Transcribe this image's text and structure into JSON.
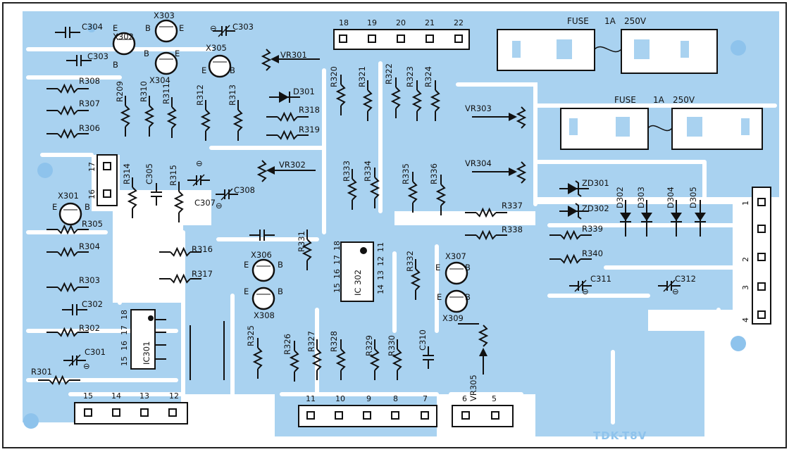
{
  "colors": {
    "copper": "#a9d2f0",
    "trace": "#8ec3ec",
    "ink": "#111111",
    "paper": "#ffffff"
  },
  "board_id": "TDK-T8V",
  "fuses": [
    {
      "label": "FUSE",
      "rating": "1A",
      "voltage": "250V"
    },
    {
      "label": "FUSE",
      "rating": "1A",
      "voltage": "250V"
    }
  ],
  "connector_top": {
    "pins": [
      "18",
      "19",
      "20",
      "21",
      "22"
    ]
  },
  "connector_bottom_left": {
    "pins": [
      "15",
      "14",
      "13",
      "12"
    ]
  },
  "connector_bottom_mid": {
    "pins": [
      "11",
      "10",
      "9",
      "8",
      "7"
    ]
  },
  "connector_bottom_right": {
    "pins": [
      "6",
      "5"
    ]
  },
  "connector_left": {
    "pins": [
      "17",
      "16"
    ]
  },
  "connector_right": {
    "pins": [
      "1",
      "2",
      "3",
      "4"
    ]
  },
  "resistors": [
    "R308",
    "R307",
    "R306",
    "R305",
    "R304",
    "R303",
    "R302",
    "R301",
    "R209",
    "R310",
    "R311",
    "R312",
    "R313",
    "R314",
    "R315",
    "R316",
    "R317",
    "R318",
    "R319",
    "R320",
    "R321",
    "R322",
    "R323",
    "R324",
    "R325",
    "R326",
    "R327",
    "R328",
    "R329",
    "R330",
    "R331",
    "R332",
    "R333",
    "R334",
    "R335",
    "R336",
    "R337",
    "R338",
    "R339",
    "R340"
  ],
  "capacitors": [
    "C304",
    "C303",
    "C303",
    "C305",
    "C307",
    "C308",
    "C302",
    "C301",
    "C310",
    "C311",
    "C312"
  ],
  "transistors": [
    "X303",
    "X302",
    "X304",
    "X305",
    "X301",
    "X306",
    "X308",
    "X307",
    "X309"
  ],
  "trimmers": [
    "VR301",
    "VR302",
    "VR303",
    "VR304",
    "VR305"
  ],
  "diodes": [
    "D301",
    "ZD301",
    "ZD302",
    "D302",
    "D303",
    "D304",
    "D305"
  ],
  "ics": [
    {
      "name": "IC301",
      "pins_top": [
        "15",
        "16",
        "17",
        "18"
      ]
    },
    {
      "name": "IC 302",
      "pins_top": [
        "18",
        "17",
        "16",
        "15"
      ],
      "pins_side": [
        "11",
        "12",
        "13",
        "14"
      ]
    }
  ],
  "terminals": {
    "E": "E",
    "B": "B",
    "minus": "⊖"
  }
}
